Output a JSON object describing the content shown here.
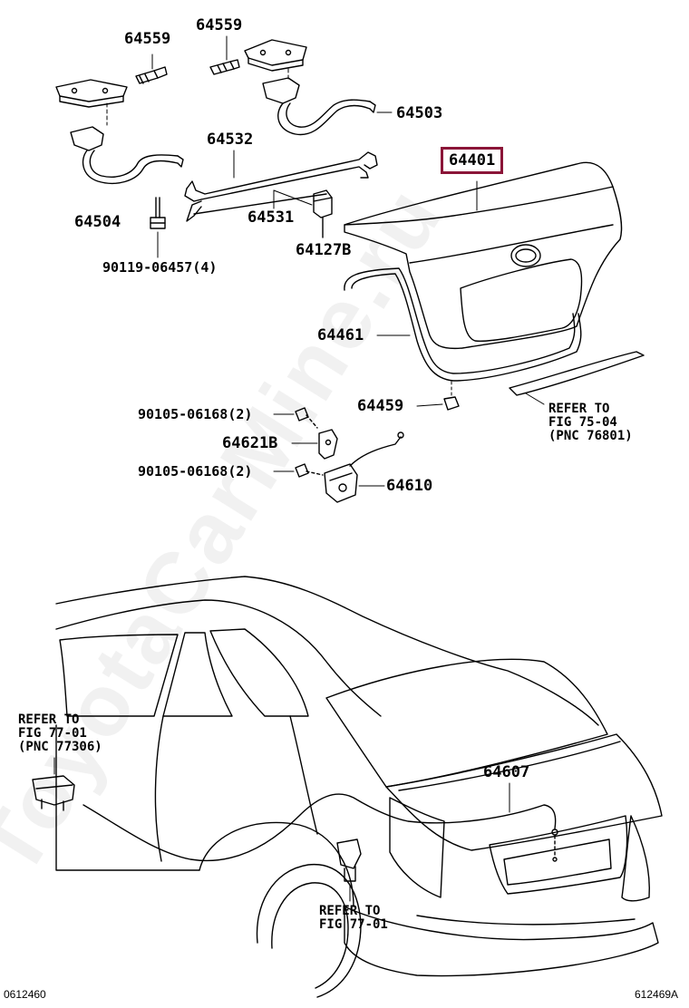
{
  "watermark": "ToyotaCarMine.ru",
  "parts": {
    "p64559a": "64559",
    "p64559b": "64559",
    "p64503": "64503",
    "p64532": "64532",
    "p64401": "64401",
    "p64504": "64504",
    "p64531": "64531",
    "p64127B": "64127B",
    "p90119": "90119-06457(4)",
    "p64461": "64461",
    "p64459": "64459",
    "p90105a": "90105-06168(2)",
    "p64621B": "64621B",
    "p90105b": "90105-06168(2)",
    "p64610": "64610",
    "p64607": "64607"
  },
  "refs": {
    "fig7504": "REFER TO\nFIG 75-04\n(PNC 76801)",
    "fig7701a": "REFER TO\nFIG 77-01\n(PNC 77306)",
    "fig7701b": "REFER TO\nFIG 77-01"
  },
  "footer": {
    "left_code": "0612460",
    "right_code": "612469A"
  },
  "colors": {
    "highlight_border": "#8b1538",
    "line": "#000000"
  }
}
